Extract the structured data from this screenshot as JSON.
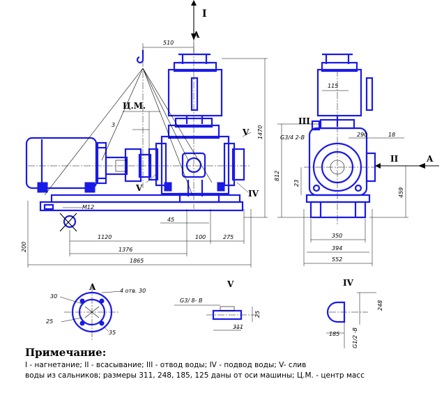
{
  "labels": {
    "view_I": "I",
    "view_A_top": "A",
    "view_A_right": "A",
    "view_II": "II",
    "view_III": "III",
    "view_IV_main": "IV",
    "view_V_right": "V",
    "view_V_left": "V",
    "center_mass": "Ц.М.",
    "detail_A": "A",
    "detail_V": "V",
    "detail_IV": "IV"
  },
  "dims": {
    "d510": "510",
    "d3": "3",
    "d1470": "1470",
    "dM12": "M12",
    "d45": "45",
    "d1120": "1120",
    "d100": "100",
    "d275": "275",
    "d1376": "1376",
    "d1865": "1865",
    "d200": "200",
    "d115": "115",
    "dG34": "G3/4 2-B",
    "d290": "290",
    "d18": "18",
    "d812": "812",
    "d23": "23",
    "d459": "459",
    "d350": "350",
    "d394": "394",
    "d552": "552",
    "d30": "30",
    "d4otv": "4 отв. 30",
    "d35": "35",
    "d25": "25",
    "dG38": "G3/ 8- B",
    "d25b": "25",
    "d311": "311",
    "d248": "248",
    "d185": "185",
    "dG12": "G1/2 -B"
  },
  "notes": {
    "title": "Примечание:",
    "line1": "I -  нагнетание; II - всасывание; III - отвод воды; IV  - подвод воды; V- слив",
    "line2": "воды из сальников; размеры 311, 248, 185, 125 даны от оси машины; Ц.М. - центр масс"
  },
  "colors": {
    "pump": "#1a1ae6",
    "lines": "#000000",
    "background": "#ffffff"
  }
}
